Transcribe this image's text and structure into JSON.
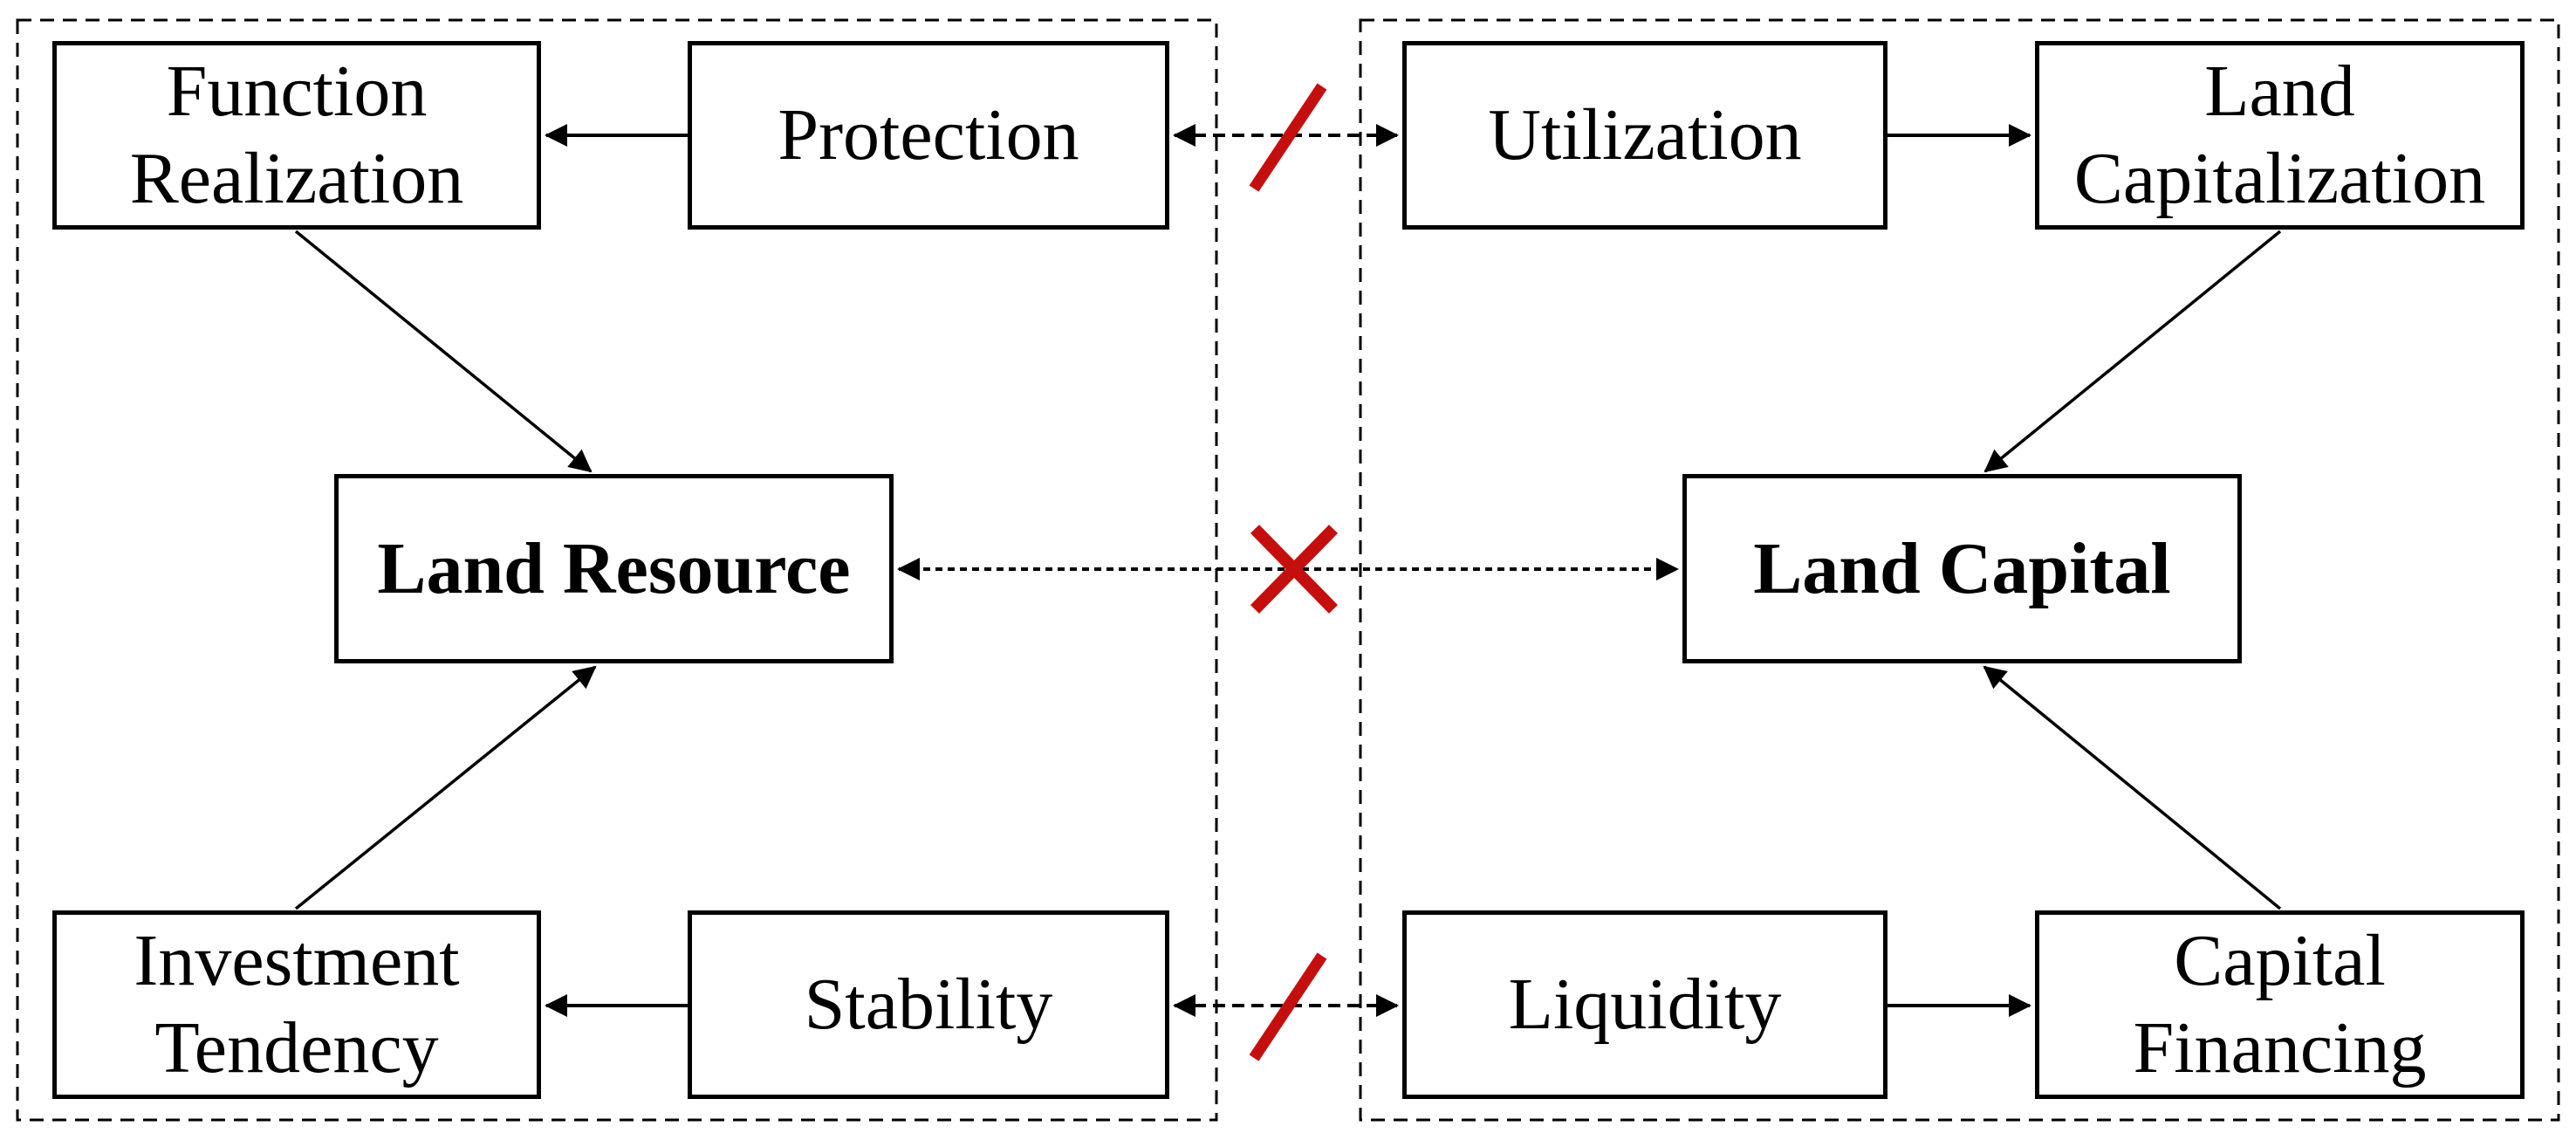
{
  "diagram": {
    "colors": {
      "line": "#000000",
      "node_fill": "#FFFFFF",
      "blocked_mark": "#C50E0E"
    },
    "nodes": {
      "function_realization": {
        "label": "Function Realization",
        "group": "land-resource-group",
        "emphasis": "normal"
      },
      "protection": {
        "label": "Protection",
        "group": "land-resource-group",
        "emphasis": "normal"
      },
      "land_resource": {
        "label": "Land Resource",
        "group": "land-resource-group",
        "emphasis": "bold"
      },
      "investment_tendency": {
        "label": "Investment Tendency",
        "group": "land-resource-group",
        "emphasis": "normal"
      },
      "stability": {
        "label": "Stability",
        "group": "land-resource-group",
        "emphasis": "normal"
      },
      "utilization": {
        "label": "Utilization",
        "group": "land-capital-group",
        "emphasis": "normal"
      },
      "land_capitalization": {
        "label": "Land Capitalization",
        "group": "land-capital-group",
        "emphasis": "normal"
      },
      "land_capital": {
        "label": "Land Capital",
        "group": "land-capital-group",
        "emphasis": "bold"
      },
      "liquidity": {
        "label": "Liquidity",
        "group": "land-capital-group",
        "emphasis": "normal"
      },
      "capital_financing": {
        "label": "Capital Financing",
        "group": "land-capital-group",
        "emphasis": "normal"
      }
    },
    "edges": [
      {
        "from": "protection",
        "to": "function_realization",
        "style": "solid-arrow",
        "status": "open"
      },
      {
        "from": "function_realization",
        "to": "land_resource",
        "style": "solid-arrow",
        "status": "open"
      },
      {
        "from": "stability",
        "to": "investment_tendency",
        "style": "solid-arrow",
        "status": "open"
      },
      {
        "from": "investment_tendency",
        "to": "land_resource",
        "style": "solid-arrow",
        "status": "open"
      },
      {
        "from": "utilization",
        "to": "land_capitalization",
        "style": "solid-arrow",
        "status": "open"
      },
      {
        "from": "land_capitalization",
        "to": "land_capital",
        "style": "solid-arrow",
        "status": "open"
      },
      {
        "from": "liquidity",
        "to": "capital_financing",
        "style": "solid-arrow",
        "status": "open"
      },
      {
        "from": "capital_financing",
        "to": "land_capital",
        "style": "solid-arrow",
        "status": "open"
      },
      {
        "from": "protection",
        "to": "utilization",
        "style": "dashed-double-arrow",
        "status": "blocked"
      },
      {
        "from": "land_resource",
        "to": "land_capital",
        "style": "dashed-double-arrow",
        "status": "blocked"
      },
      {
        "from": "stability",
        "to": "liquidity",
        "style": "dashed-double-arrow",
        "status": "blocked"
      }
    ]
  }
}
